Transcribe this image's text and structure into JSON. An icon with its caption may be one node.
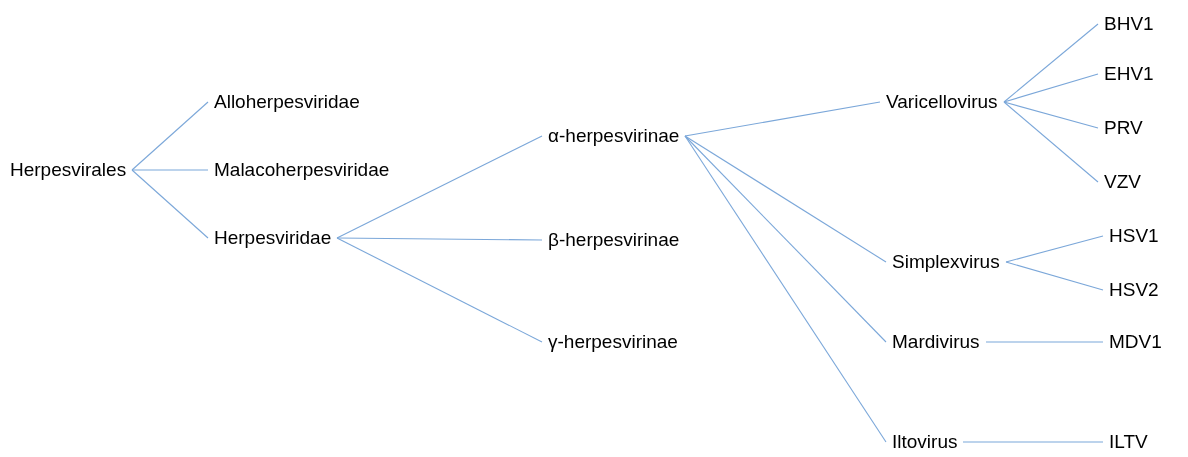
{
  "diagram": {
    "nodes": [
      {
        "text": [
          "Herpesvirales"
        ]
      },
      {
        "text": [
          "Alloherpesviridae"
        ]
      },
      {
        "text": [
          "Malacoherpesviridae"
        ]
      },
      {
        "text": [
          "Herpesviridae"
        ]
      },
      {
        "text": [
          "α-herpesvirinae"
        ]
      },
      {
        "text": [
          "β-herpesvirinae"
        ]
      },
      {
        "text": [
          "γ-herpesvirinae"
        ]
      },
      {
        "text": [
          "Varicellovirus"
        ]
      },
      {
        "text": [
          "Simplexvirus"
        ]
      },
      {
        "text": [
          "Mardivirus"
        ]
      },
      {
        "text": [
          "Iltovirus"
        ]
      },
      {
        "text": [
          "BHV1"
        ]
      },
      {
        "text": [
          "EHV1"
        ]
      },
      {
        "text": [
          "PRV"
        ]
      },
      {
        "text": [
          "VZV"
        ]
      },
      {
        "text": [
          "HSV1"
        ]
      },
      {
        "text": [
          "HSV2"
        ]
      },
      {
        "text": [
          "MDV1"
        ]
      },
      {
        "text": [
          "ILTV"
        ]
      }
    ],
    "edges": [
      {
        "from": 0,
        "to": 1,
        "arrow": "none"
      },
      {
        "from": 0,
        "to": 2,
        "arrow": "none"
      },
      {
        "from": 0,
        "to": 3,
        "arrow": "none"
      },
      {
        "from": 3,
        "to": 4,
        "arrow": "none"
      },
      {
        "from": 3,
        "to": 5,
        "arrow": "none"
      },
      {
        "from": 3,
        "to": 6,
        "arrow": "none"
      },
      {
        "from": 4,
        "to": 7,
        "arrow": "none"
      },
      {
        "from": 4,
        "to": 8,
        "arrow": "none"
      },
      {
        "from": 4,
        "to": 9,
        "arrow": "none"
      },
      {
        "from": 4,
        "to": 10,
        "arrow": "none"
      },
      {
        "from": 7,
        "to": 11,
        "arrow": "none"
      },
      {
        "from": 7,
        "to": 12,
        "arrow": "none"
      },
      {
        "from": 7,
        "to": 13,
        "arrow": "none"
      },
      {
        "from": 7,
        "to": 14,
        "arrow": "none"
      },
      {
        "from": 8,
        "to": 15,
        "arrow": "none"
      },
      {
        "from": 8,
        "to": 16,
        "arrow": "none"
      },
      {
        "from": 9,
        "to": 17,
        "arrow": "none"
      },
      {
        "from": 10,
        "to": 18,
        "arrow": "none"
      }
    ]
  }
}
